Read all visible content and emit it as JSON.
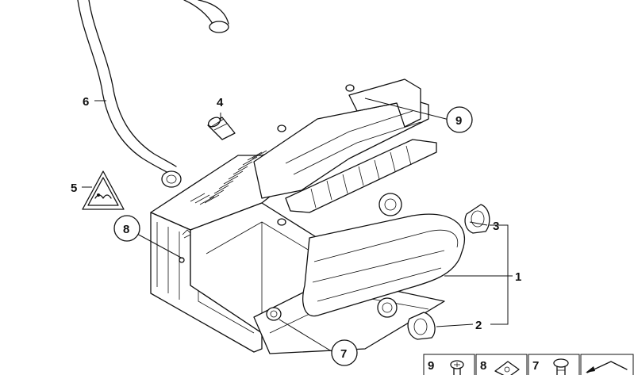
{
  "callouts": {
    "c1": "1",
    "c2": "2",
    "c3": "3",
    "c4": "4",
    "c5": "5",
    "c6": "6",
    "c7": "7",
    "c8": "8",
    "c9": "9"
  },
  "parts_panel": {
    "cells": [
      {
        "number": "9",
        "icon": "screw-icon"
      },
      {
        "number": "8",
        "icon": "clip-nut-icon"
      },
      {
        "number": "7",
        "icon": "bolt-icon"
      },
      {
        "number": "",
        "icon": "arrow-key-icon"
      }
    ]
  }
}
